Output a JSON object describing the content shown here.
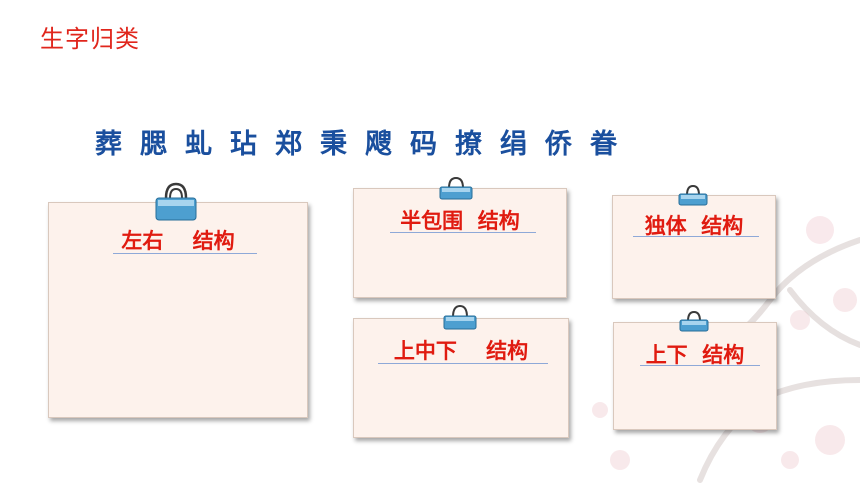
{
  "title": "生字归类",
  "characters": [
    "葬",
    "腮",
    "虬",
    "玷",
    "郑",
    "秉",
    "飕",
    "码",
    "撩",
    "绢",
    "侨",
    "眷"
  ],
  "cards": [
    {
      "label": "左右    结构"
    },
    {
      "label": "半包围  结构"
    },
    {
      "label": "独体  结构"
    },
    {
      "label": "上中下    结构"
    },
    {
      "label": "上下  结构"
    }
  ],
  "colors": {
    "title": "#e0261c",
    "characters": "#1a4f9e",
    "label": "#e01b10",
    "card": "#fdf2ec"
  }
}
